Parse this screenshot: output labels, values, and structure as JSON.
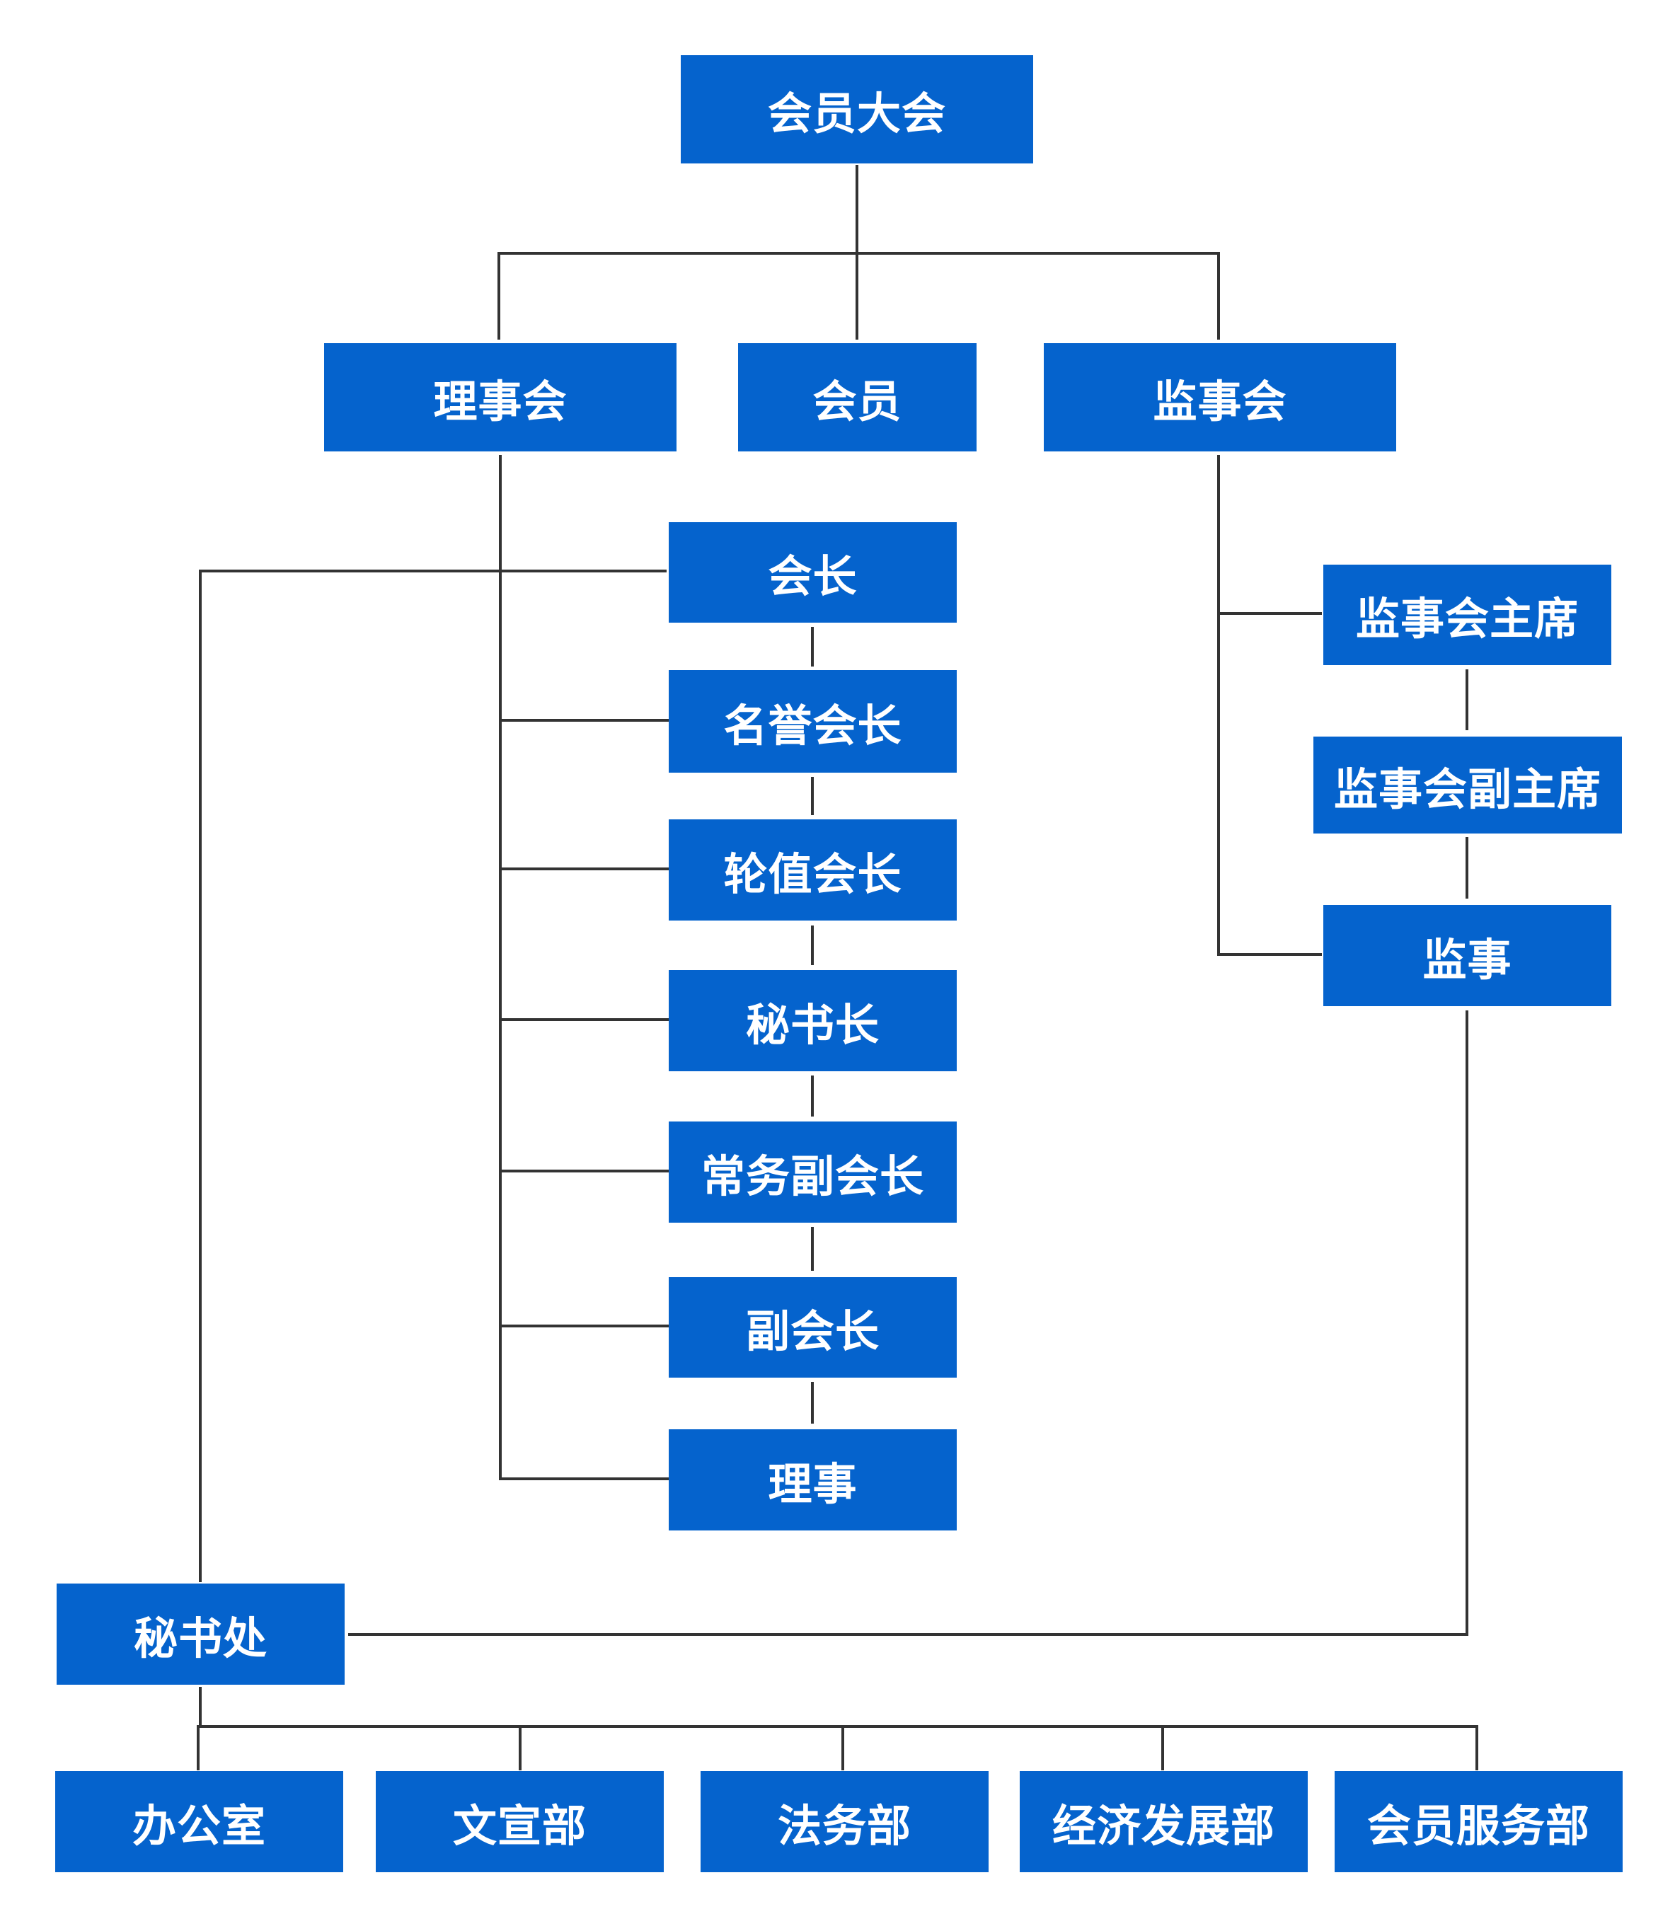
{
  "colors": {
    "node_fill": "#0563CD",
    "node_text": "#FFFFFF",
    "connector": "#333333",
    "background": "#FFFFFF"
  },
  "nodes": {
    "general_assembly": "会员大会",
    "board_of_directors": "理事会",
    "members": "会员",
    "board_of_supervisors": "监事会",
    "president": "会长",
    "honorary_president": "名誉会长",
    "rotating_president": "轮值会长",
    "secretary_general": "秘书长",
    "executive_vice_president": "常务副会长",
    "vice_president": "副会长",
    "director": "理事",
    "supervisory_chairman": "监事会主席",
    "supervisory_vice_chairman": "监事会副主席",
    "supervisor": "监事",
    "secretariat": "秘书处",
    "office": "办公室",
    "publicity_department": "文宣部",
    "legal_department": "法务部",
    "economic_development_department": "经济发展部",
    "member_services_department": "会员服务部"
  }
}
